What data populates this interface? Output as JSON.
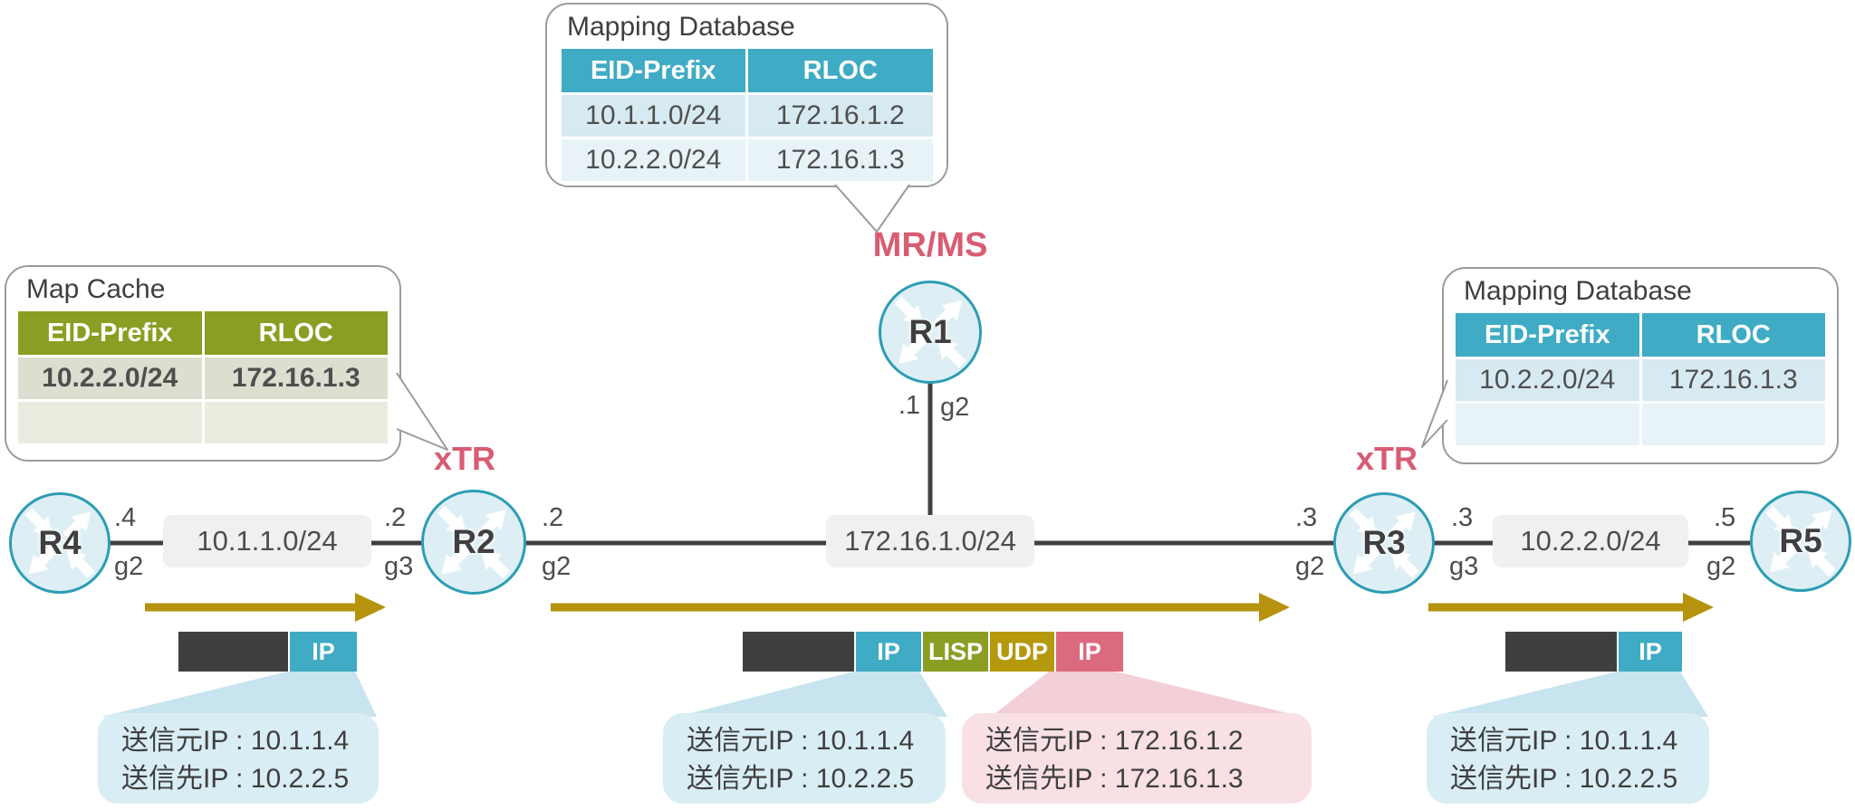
{
  "callouts": {
    "top": {
      "title": "Mapping Database",
      "col1": "EID-Prefix",
      "col2": "RLOC",
      "rows": [
        [
          "10.1.1.0/24",
          "172.16.1.2"
        ],
        [
          "10.2.2.0/24",
          "172.16.1.3"
        ]
      ]
    },
    "left": {
      "title": "Map Cache",
      "col1": "EID-Prefix",
      "col2": "RLOC",
      "rows": [
        [
          "10.2.2.0/24",
          "172.16.1.3"
        ]
      ]
    },
    "right": {
      "title": "Mapping Database",
      "col1": "EID-Prefix",
      "col2": "RLOC",
      "rows": [
        [
          "10.2.2.0/24",
          "172.16.1.3"
        ]
      ]
    }
  },
  "roles": {
    "mr_ms": "MR/MS",
    "xtr_left": "xTR",
    "xtr_right": "xTR"
  },
  "routers": {
    "r1": "R1",
    "r2": "R2",
    "r3": "R3",
    "r4": "R4",
    "r5": "R5"
  },
  "networks": {
    "left": "10.1.1.0/24",
    "core": "172.16.1.0/24",
    "right": "10.2.2.0/24"
  },
  "interfaces": {
    "r4_right": {
      "ip": ".4",
      "port": "g2"
    },
    "r2_left": {
      "ip": ".2",
      "port": "g3"
    },
    "r2_right": {
      "ip": ".2",
      "port": "g2"
    },
    "r1_down": {
      "ip": ".1",
      "port": "g2"
    },
    "r3_left": {
      "ip": ".3",
      "port": "g2"
    },
    "r3_right": {
      "ip": ".3",
      "port": "g3"
    },
    "r5_left": {
      "ip": ".5",
      "port": "g2"
    }
  },
  "packets": {
    "left": {
      "ip": "IP"
    },
    "middle": {
      "ip_inner": "IP",
      "lisp": "LISP",
      "udp": "UDP",
      "ip_outer": "IP"
    },
    "right": {
      "ip": "IP"
    }
  },
  "notes": {
    "inner_left": {
      "src": "送信元IP : 10.1.1.4",
      "dst": "送信先IP : 10.2.2.5"
    },
    "inner_mid": {
      "src": "送信元IP : 10.1.1.4",
      "dst": "送信先IP : 10.2.2.5"
    },
    "outer_mid": {
      "src": "送信元IP : 172.16.1.2",
      "dst": "送信先IP : 172.16.1.3"
    },
    "inner_right": {
      "src": "送信元IP : 10.1.1.4",
      "dst": "送信先IP : 10.2.2.5"
    }
  },
  "colors": {
    "teal": "#3FABC4",
    "olive": "#8B9E23",
    "gold": "#B6930E",
    "pink": "#D85C72",
    "dark": "#3F3F3F"
  }
}
